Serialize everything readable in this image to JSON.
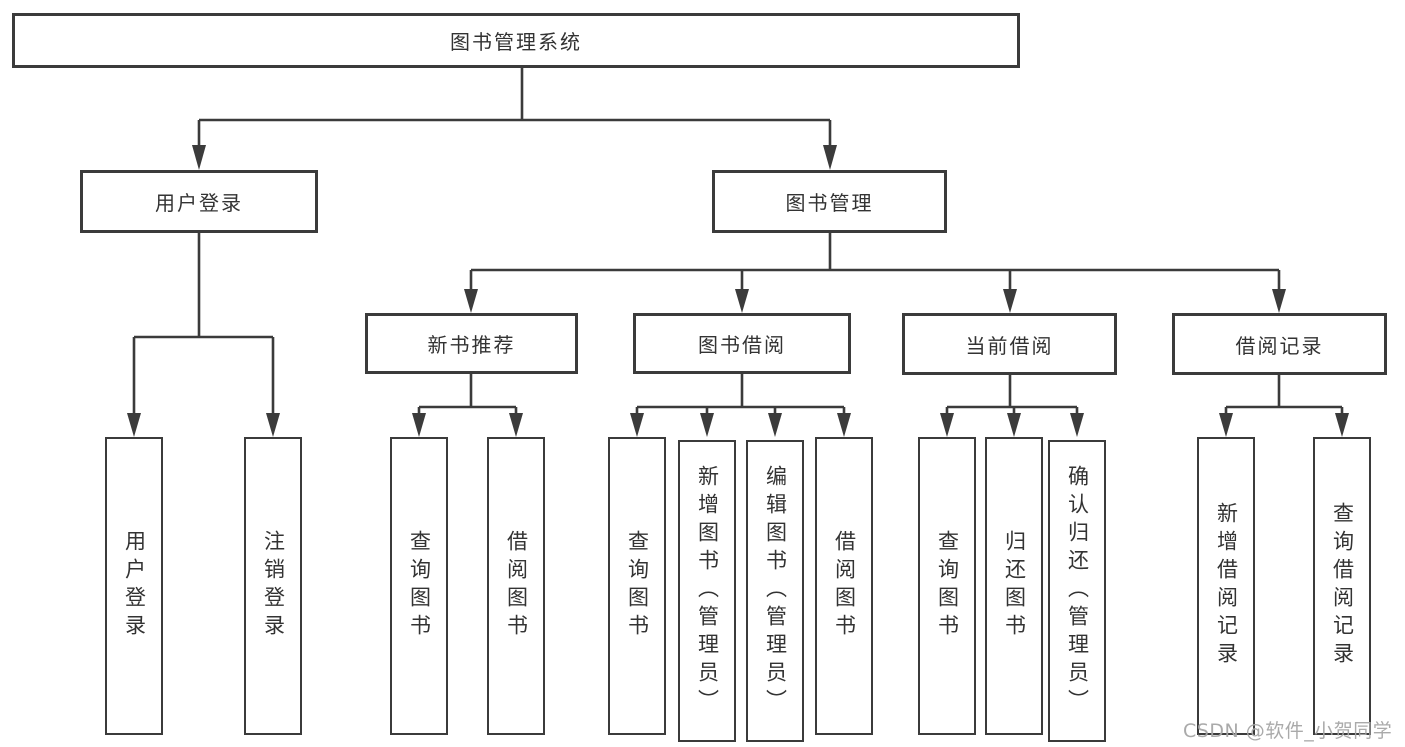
{
  "diagram": {
    "title": "图书管理系统",
    "root": {
      "label": "图书管理系统"
    },
    "level1": [
      {
        "label": "用户登录",
        "children": [
          "用户登录",
          "注销登录"
        ]
      },
      {
        "label": "图书管理",
        "groups": [
          {
            "label": "新书推荐",
            "children": [
              "查询图书",
              "借阅图书"
            ]
          },
          {
            "label": "图书借阅",
            "children": [
              "查询图书",
              "新增图书（管理员）",
              "编辑图书（管理员）",
              "借阅图书"
            ]
          },
          {
            "label": "当前借阅",
            "children": [
              "查询图书",
              "归还图书",
              "确认归还（管理员）"
            ]
          },
          {
            "label": "借阅记录",
            "children": [
              "新增借阅记录",
              "查询借阅记录"
            ]
          }
        ]
      }
    ]
  },
  "colors": {
    "line": "#3b3b3b",
    "text": "#333333",
    "watermark": "#a5a5a5"
  },
  "watermark": {
    "text": "CSDN @软件_小贺同学"
  }
}
